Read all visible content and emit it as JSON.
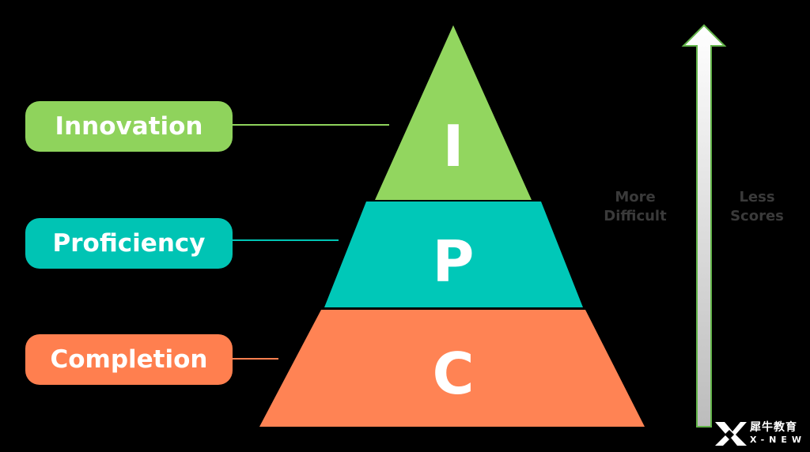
{
  "pills": [
    {
      "key": "innovation",
      "label": "Innovation",
      "color": "#8fd35c"
    },
    {
      "key": "proficiency",
      "label": "Proficiency",
      "color": "#00c4b4"
    },
    {
      "key": "completion",
      "label": "Completion",
      "color": "#ff7f4f"
    }
  ],
  "pyramid": {
    "tiers": [
      {
        "letter": "I",
        "color": "#92d65f"
      },
      {
        "letter": "P",
        "color": "#00c8b8"
      },
      {
        "letter": "C",
        "color": "#ff8354"
      }
    ]
  },
  "side_labels": {
    "more_difficult": "More\nDifficult",
    "less_scores": "Less\nScores"
  },
  "arrow": {
    "stroke": "#63b44a",
    "fill_top": "#ffffff",
    "fill_bottom": "#bcbcbc"
  },
  "brand": {
    "cn": "犀牛教育",
    "en": "X-NEW"
  }
}
